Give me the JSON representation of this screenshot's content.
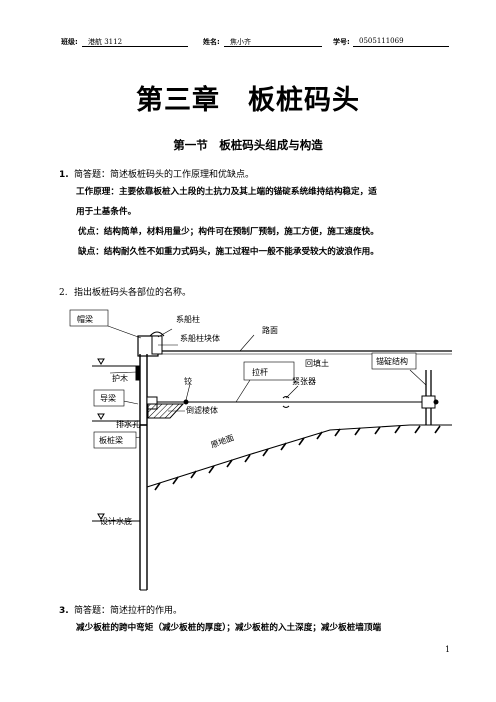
{
  "header": {
    "class_label": "班级:",
    "class_value": "港航 3112",
    "name_label": "姓名:",
    "name_value": "焦小齐",
    "id_label": "学号:",
    "id_value": "0505111069"
  },
  "chapter_title": "第三章　板桩码头",
  "section_title": "第一节　板桩码头组成与构造",
  "q1": {
    "number": "1.",
    "text": "简答题：简述板桩码头的工作原理和优缺点。",
    "principle_1": "工作原理：主要依靠板桩入土段的土抗力及其上端的锚碇系统维持结构稳定，适",
    "principle_2": "用于土基条件。",
    "pros": "优点：结构简单，材料用量少；构件可在预制厂预制，施工方便，施工速度快。",
    "cons": "缺点：结构耐久性不如重力式码头，施工过程中一般不能承受较大的波浪作用。"
  },
  "q2": {
    "number": "2.",
    "text": "指出板桩码头各部位的名称。"
  },
  "diagram_labels": {
    "cap_beam": "帽梁",
    "bollard": "系船柱",
    "bollard_block": "系船柱块体",
    "pavement": "路面",
    "backfill": "回填土",
    "anchor_structure": "锚碇结构",
    "fender": "护木",
    "tie_rod": "拉杆",
    "hinge": "铰",
    "tensioner": "紧张器",
    "guide_beam": "导梁",
    "filter_layer": "倒滤棱体",
    "drain_hole": "排水孔",
    "sheet_pile_beam": "板桩梁",
    "original_ground": "原地面",
    "design_bottom": "设计水底"
  },
  "q3": {
    "number": "3.",
    "text": "简答题：简述拉杆的作用。",
    "answer": "减少板桩的跨中弯矩（减少板桩的厚度）；减少板桩的入土深度；减少板桩墙顶端"
  },
  "page_number": "1"
}
